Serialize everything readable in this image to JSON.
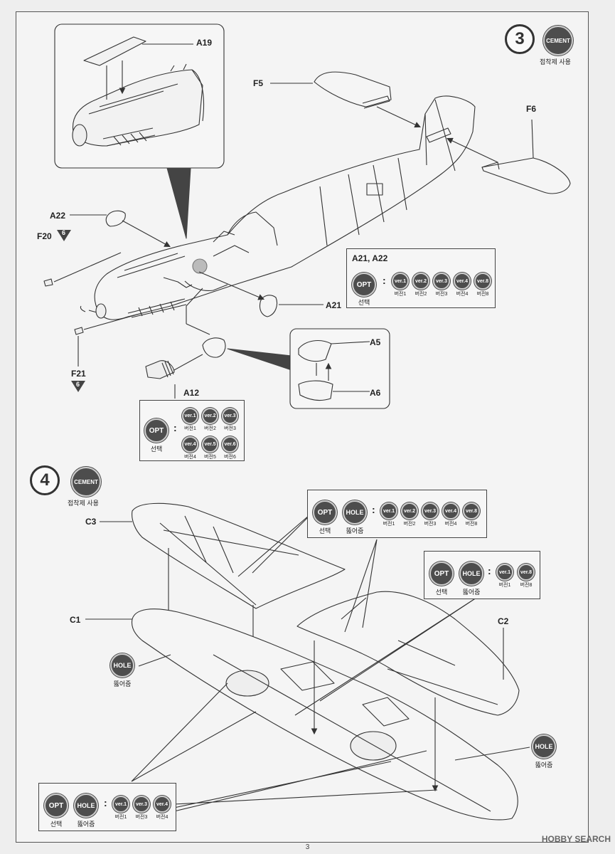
{
  "step3": {
    "number": "3",
    "cement": "CEMENT",
    "cement_sub": "접착제 사용",
    "parts": {
      "A19": "A19",
      "F5": "F5",
      "F6": "F6",
      "A22": "A22",
      "F20": "F20",
      "F20_ref": "6",
      "F21": "F21",
      "F21_ref": "6",
      "A21": "A21",
      "A12": "A12",
      "A5": "A5",
      "A6": "A6"
    },
    "box1": {
      "title": "A21, A22",
      "opt": "OPT",
      "opt_sub": "선택",
      "versions": [
        {
          "v": "ver.1",
          "k": "버전1"
        },
        {
          "v": "ver.2",
          "k": "버전2"
        },
        {
          "v": "ver.3",
          "k": "버전3"
        },
        {
          "v": "ver.4",
          "k": "버전4"
        },
        {
          "v": "ver.8",
          "k": "버전8"
        }
      ]
    },
    "box2": {
      "opt": "OPT",
      "opt_sub": "선택",
      "versions": [
        {
          "v": "ver.1",
          "k": "버전1"
        },
        {
          "v": "ver.2",
          "k": "버전2"
        },
        {
          "v": "ver.3",
          "k": "버전3"
        },
        {
          "v": "ver.4",
          "k": "버전4"
        },
        {
          "v": "ver.5",
          "k": "버전5"
        },
        {
          "v": "ver.6",
          "k": "버전6"
        }
      ]
    }
  },
  "step4": {
    "number": "4",
    "cement": "CEMENT",
    "cement_sub": "접착제 사용",
    "parts": {
      "C3": "C3",
      "C1": "C1",
      "C2": "C2"
    },
    "box_top": {
      "opt": "OPT",
      "opt_sub": "선택",
      "hole": "HOLE",
      "hole_sub": "뚫어줌",
      "versions": [
        {
          "v": "ver.1",
          "k": "버전1"
        },
        {
          "v": "ver.2",
          "k": "버전2"
        },
        {
          "v": "ver.3",
          "k": "버전3"
        },
        {
          "v": "ver.4",
          "k": "버전4"
        },
        {
          "v": "ver.8",
          "k": "버전8"
        }
      ]
    },
    "box_right": {
      "opt": "OPT",
      "opt_sub": "선택",
      "hole": "HOLE",
      "hole_sub": "뚫어줌",
      "versions": [
        {
          "v": "ver.1",
          "k": "버전1"
        },
        {
          "v": "ver.8",
          "k": "버전8"
        }
      ]
    },
    "hole_left": {
      "hole": "HOLE",
      "hole_sub": "뚫어줌"
    },
    "hole_right": {
      "hole": "HOLE",
      "hole_sub": "뚫어줌"
    },
    "box_bottom": {
      "opt": "OPT",
      "opt_sub": "선택",
      "hole": "HOLE",
      "hole_sub": "뚫어줌",
      "versions": [
        {
          "v": "ver.1",
          "k": "버전1"
        },
        {
          "v": "ver.3",
          "k": "버전3"
        },
        {
          "v": "ver.4",
          "k": "버전4"
        }
      ]
    }
  },
  "footer": {
    "page": "3",
    "watermark": "HOBBY SEARCH"
  }
}
